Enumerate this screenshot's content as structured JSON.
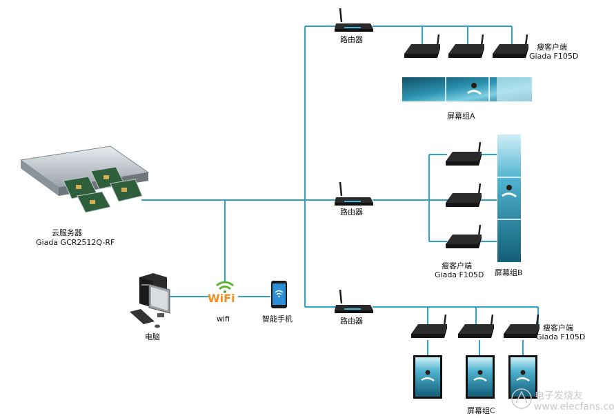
{
  "labels": {
    "router": "路由器",
    "thin_client": "瘦客户端",
    "thin_client_model": "Giada F105D",
    "screen_group_a": "屏幕组A",
    "screen_group_b": "屏幕组B",
    "screen_group_c": "屏幕组C",
    "cloud_server": "云服务器",
    "cloud_server_model": "Giada GCR2512Q-RF",
    "pc": "电脑",
    "wifi": "wifi",
    "wifi_logo": "WiFi",
    "smartphone": "智能手机"
  },
  "watermark": {
    "cn": "电子发烧友",
    "url": "www.elecfans.com"
  },
  "colors": {
    "line": "#2aa4d5",
    "device": "#1e1e1e",
    "wifi_green": "#5cb531",
    "wifi_orange": "#f08c1e",
    "screen": "#2a8aa8",
    "watermark": "#c9c9c9"
  }
}
